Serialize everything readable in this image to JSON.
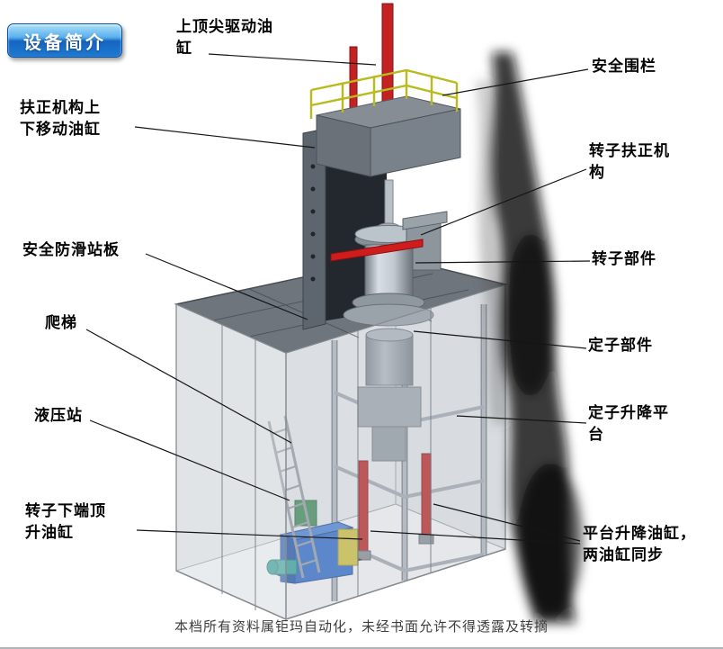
{
  "badge": {
    "label": "设备简介"
  },
  "callouts": [
    {
      "id": "top-center-drive-cylinder",
      "label": "上顶尖驱动油\n缸"
    },
    {
      "id": "safety-fence",
      "label": "安全围栏"
    },
    {
      "id": "straightening-mechanism-lift-cylinder",
      "label": "扶正机构上\n下移动油缸"
    },
    {
      "id": "rotor-straightening-mechanism",
      "label": "转子扶正机\n构"
    },
    {
      "id": "anti-slip-standing-platform",
      "label": "安全防滑站板"
    },
    {
      "id": "rotor-component",
      "label": "转子部件"
    },
    {
      "id": "ladder",
      "label": "爬梯"
    },
    {
      "id": "stator-component",
      "label": "定子部件"
    },
    {
      "id": "hydraulic-station",
      "label": "液压站"
    },
    {
      "id": "stator-lifting-platform",
      "label": "定子升降平\n台"
    },
    {
      "id": "rotor-bottom-jacking-cylinder",
      "label": "转子下端顶\n升油缸"
    },
    {
      "id": "platform-lifting-cylinders",
      "label": "平台升降油缸，\n两油缸同步"
    }
  ],
  "footer": {
    "watermark": "本档所有资料属钜玛自动化，未经书面允许不得透露及转摘"
  },
  "colors": {
    "badge_blue": "#1a6fc9",
    "cylinder_red": "#c32222",
    "railing_yellow": "#b8ba1e",
    "hydraulic_blue": "#2e6cd0",
    "platform_gray": "#6e757d",
    "smudge_black": "#0a0a0a"
  }
}
